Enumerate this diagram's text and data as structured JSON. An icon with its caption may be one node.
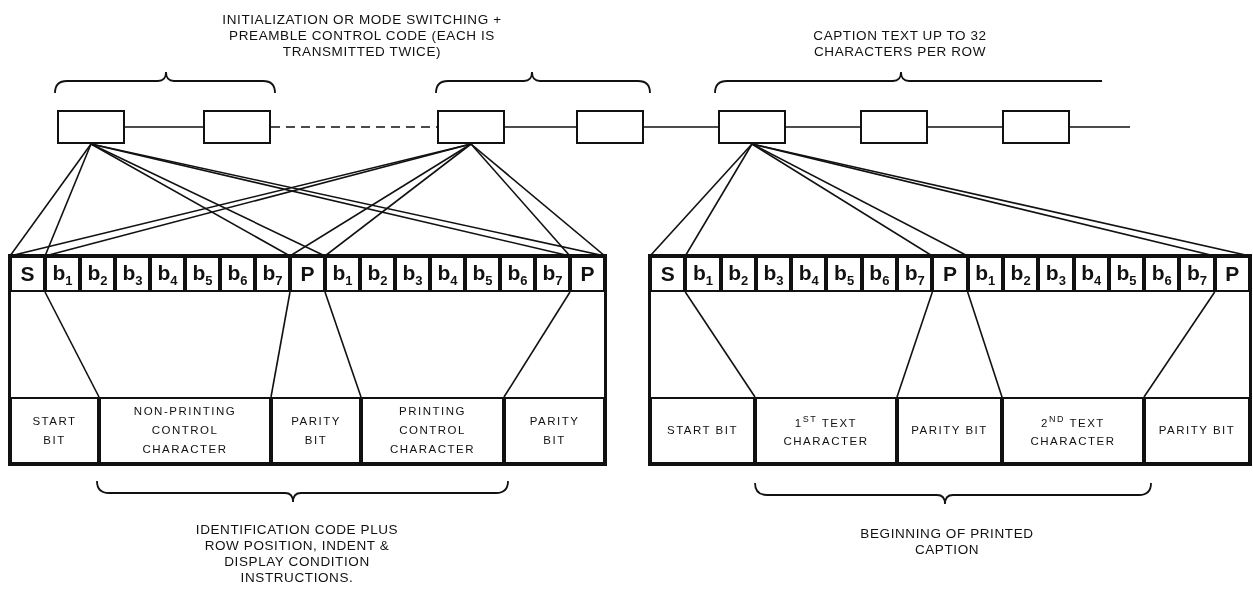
{
  "diagram": {
    "nodes": [
      {
        "text": [],
        "shape": "box"
      },
      {
        "text": [],
        "shape": "box"
      },
      {
        "text": [],
        "shape": "box"
      },
      {
        "text": [],
        "shape": "box"
      },
      {
        "text": [],
        "shape": "box"
      },
      {
        "text": [],
        "shape": "box"
      },
      {
        "text": [],
        "shape": "box"
      },
      {
        "text": [],
        "shape": "box"
      },
      {
        "text": [
          "S"
        ],
        "in": 7
      },
      {
        "text": [
          "b$_{1}$"
        ],
        "in": 7
      },
      {
        "text": [
          "b$_{2}$"
        ],
        "in": 7
      },
      {
        "text": [
          "b$_{3}$"
        ],
        "in": 7
      },
      {
        "text": [
          "b$_{4}$"
        ],
        "in": 7
      },
      {
        "text": [
          "b$_{5}$"
        ],
        "in": 7
      },
      {
        "text": [
          "b$_{6}$"
        ],
        "in": 7
      },
      {
        "text": [
          "b$_{7}$"
        ],
        "in": 7
      },
      {
        "text": [
          "P"
        ],
        "in": 7
      },
      {
        "text": [
          "b$_{1}$"
        ],
        "in": 7
      },
      {
        "text": [
          "b$_{2}$"
        ],
        "in": 7
      },
      {
        "text": [
          "b$_{3}$"
        ],
        "in": 7
      },
      {
        "text": [
          "b$_{4}$"
        ],
        "in": 7
      },
      {
        "text": [
          "b$_{5}$"
        ],
        "in": 7
      },
      {
        "text": [
          "b$_{6}$"
        ],
        "in": 7
      },
      {
        "text": [
          "b$_{7}$"
        ],
        "in": 7
      },
      {
        "text": [
          "P"
        ],
        "in": 7
      },
      {
        "text": [
          "START BIT"
        ],
        "in": 7
      },
      {
        "text": [
          "NON-PRINTING CONTROL CHARACTER"
        ],
        "in": 7
      },
      {
        "text": [
          "PARITY BIT"
        ],
        "in": 7
      },
      {
        "text": [
          "PRINTING CONTROL CHARACTER"
        ],
        "in": 7
      },
      {
        "text": [
          "PARITY BIT"
        ],
        "in": 7
      },
      {
        "text": [],
        "shape": "box"
      },
      {
        "text": [
          "S"
        ],
        "in": 30
      },
      {
        "text": [
          "b$_{1}$"
        ],
        "in": 30
      },
      {
        "text": [
          "b$_{2}$"
        ],
        "in": 30
      },
      {
        "text": [
          "b$_{3}$"
        ],
        "in": 30
      },
      {
        "text": [
          "b$_{4}$"
        ],
        "in": 30
      },
      {
        "text": [
          "b$_{5}$"
        ],
        "in": 30
      },
      {
        "text": [
          "b$_{6}$"
        ],
        "in": 30
      },
      {
        "text": [
          "b$_{7}$"
        ],
        "in": 30
      },
      {
        "text": [
          "P"
        ],
        "in": 30
      },
      {
        "text": [
          "b$_{1}$"
        ],
        "in": 30
      },
      {
        "text": [
          "b$_{2}$"
        ],
        "in": 30
      },
      {
        "text": [
          "b$_{3}$"
        ],
        "in": 30
      },
      {
        "text": [
          "b$_{4}$"
        ],
        "in": 30
      },
      {
        "text": [
          "b$_{5}$"
        ],
        "in": 30
      },
      {
        "text": [
          "b$_{6}$"
        ],
        "in": 30
      },
      {
        "text": [
          "b$_{7}$"
        ],
        "in": 30
      },
      {
        "text": [
          "P"
        ],
        "in": 30
      },
      {
        "text": [
          "START BIT"
        ],
        "in": 30
      },
      {
        "text": [
          "1$^{ST}$ TEXT CHARACTER"
        ],
        "in": 30
      },
      {
        "text": [
          "PARITY BIT"
        ],
        "in": 30
      },
      {
        "text": [
          "2$^{ND}$ TEXT CHARACTER"
        ],
        "in": 30
      },
      {
        "text": [
          "PARITY BIT"
        ],
        "in": 30
      }
    ],
    "edges": [
      {
        "from": 0,
        "to": 1,
        "arrow": "none"
      },
      {
        "from": 1,
        "to": 2,
        "arrow": "none",
        "style": "dashed"
      },
      {
        "from": 2,
        "to": 3,
        "arrow": "none"
      },
      {
        "from": 3,
        "to": 4,
        "arrow": "none"
      },
      {
        "from": 4,
        "to": 5,
        "arrow": "none"
      },
      {
        "from": 5,
        "to": 6,
        "arrow": "none"
      },
      {
        "from": 6,
        "to": null,
        "arrow": "none"
      },
      {
        "from": 0,
        "to": 8,
        "arrow": "none"
      },
      {
        "from": 0,
        "to": 8,
        "arrow": "none"
      },
      {
        "from": 0,
        "to": 16,
        "arrow": "none"
      },
      {
        "from": 0,
        "to": 16,
        "arrow": "none"
      },
      {
        "from": 0,
        "to": 24,
        "arrow": "none"
      },
      {
        "from": 0,
        "to": 24,
        "arrow": "none"
      },
      {
        "from": 2,
        "to": 8,
        "arrow": "none"
      },
      {
        "from": 2,
        "to": 8,
        "arrow": "none"
      },
      {
        "from": 2,
        "to": 16,
        "arrow": "none"
      },
      {
        "from": 2,
        "to": 16,
        "arrow": "none"
      },
      {
        "from": 2,
        "to": 24,
        "arrow": "none"
      },
      {
        "from": 2,
        "to": 24,
        "arrow": "none"
      },
      {
        "from": 4,
        "to": 31,
        "arrow": "none"
      },
      {
        "from": 4,
        "to": 31,
        "arrow": "none"
      },
      {
        "from": 4,
        "to": 39,
        "arrow": "none"
      },
      {
        "from": 4,
        "to": 39,
        "arrow": "none"
      },
      {
        "from": 4,
        "to": 47,
        "arrow": "none"
      },
      {
        "from": 4,
        "to": 47,
        "arrow": "none"
      },
      {
        "from": 8,
        "to": 25,
        "arrow": "none"
      },
      {
        "from": 16,
        "to": 27,
        "arrow": "none"
      },
      {
        "from": 16,
        "to": 27,
        "arrow": "none"
      },
      {
        "from": 24,
        "to": 29,
        "arrow": "none"
      },
      {
        "from": 31,
        "to": 48,
        "arrow": "none"
      },
      {
        "from": 39,
        "to": 50,
        "arrow": "none"
      },
      {
        "from": 39,
        "to": 50,
        "arrow": "none"
      },
      {
        "from": 47,
        "to": 52,
        "arrow": "none"
      }
    ],
    "labels": [
      "INITIALIZATION OR MODE SWITCHING + PREAMBLE CONTROL CODE (EACH IS TRANSMITTED TWICE)",
      "CAPTION TEXT UP TO 32 CHARACTERS PER ROW",
      "IDENTIFICATION CODE PLUS ROW POSITION, INDENT & DISPLAY CONDITION INSTRUCTIONS.",
      "BEGINNING OF PRINTED CAPTION"
    ]
  }
}
